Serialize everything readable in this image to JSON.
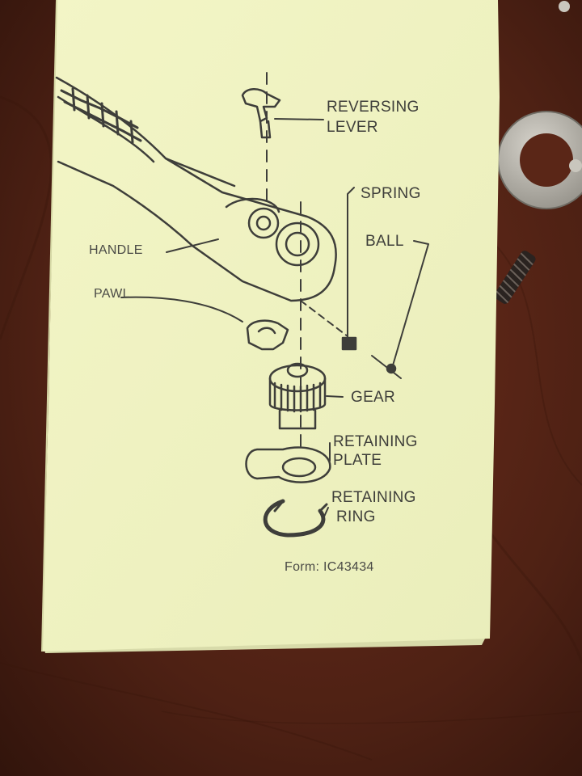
{
  "diagram": {
    "labels": {
      "reversing_lever": [
        "REVERSING",
        "LEVER"
      ],
      "spring": "SPRING",
      "ball": "BALL",
      "handle": "HANDLE",
      "pawl": "PAWL",
      "gear": "GEAR",
      "retaining_plate": [
        "RETAINING",
        "PLATE"
      ],
      "retaining_ring": [
        "RETAINING",
        "RING"
      ]
    },
    "form_number": "Form: IC43434"
  },
  "colors": {
    "table_wood": "#4a1f12",
    "paper": "#f1f3c0",
    "ink": "#3e3e3a",
    "washer_metal": "#b9b6ad"
  },
  "icons": [
    "wrench-illustration",
    "washer-object",
    "spring-object"
  ]
}
